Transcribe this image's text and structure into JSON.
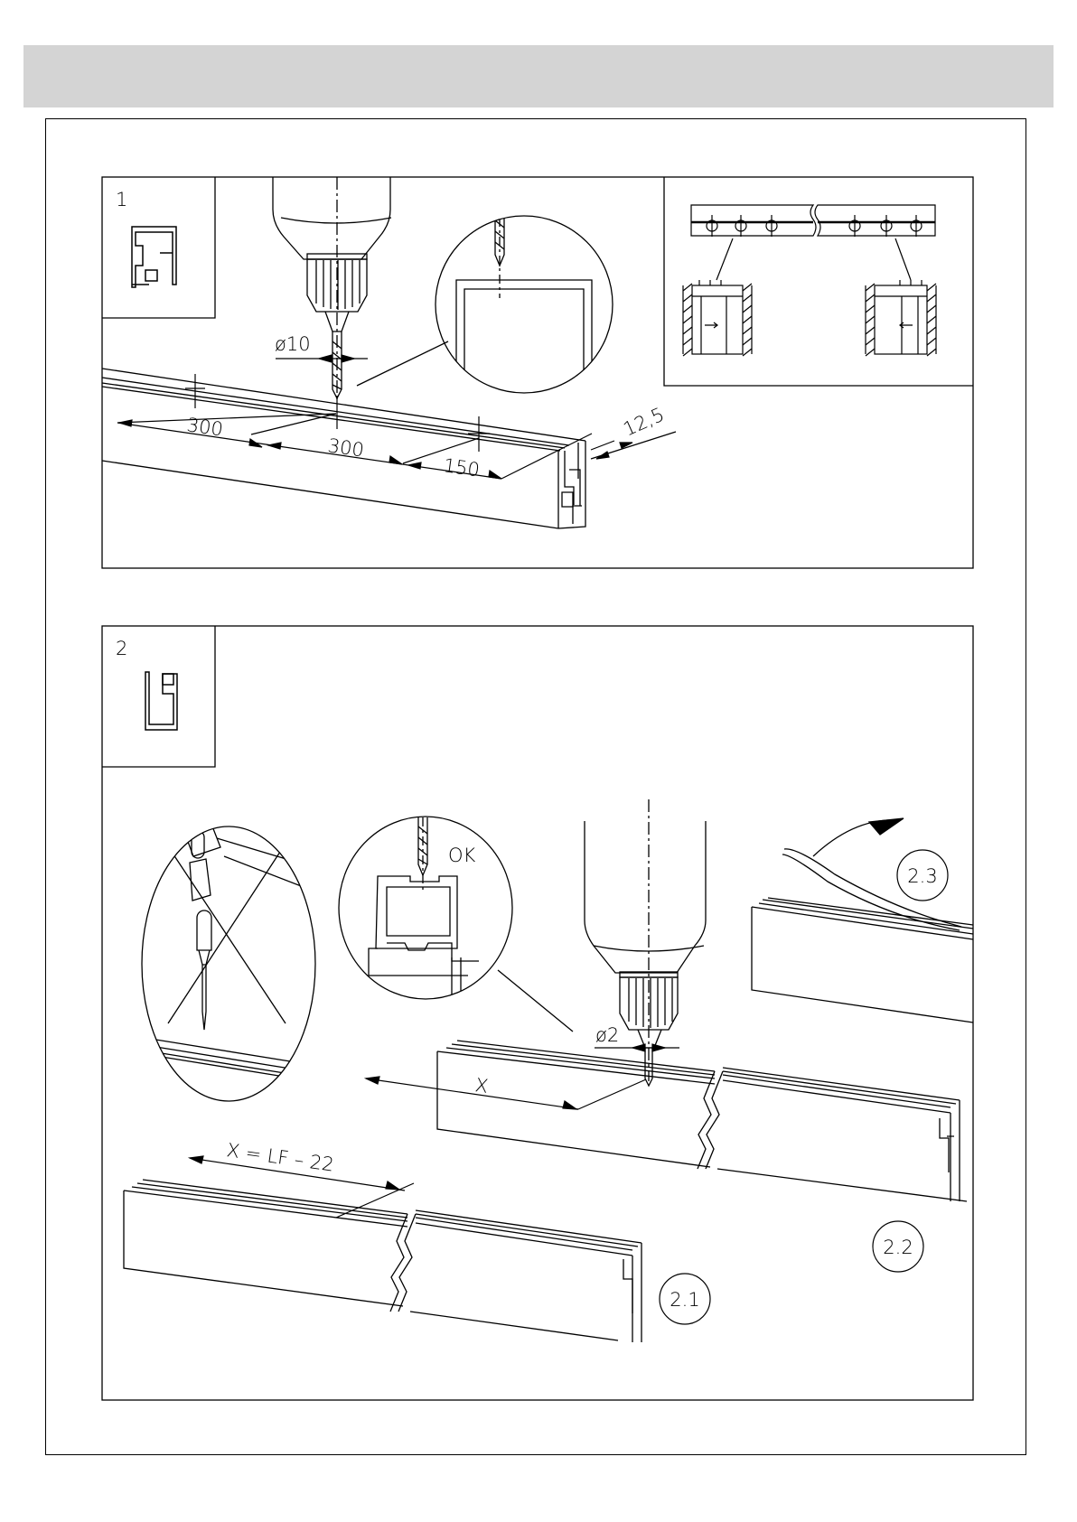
{
  "step1": {
    "number": "1",
    "drill_diameter": "ø10",
    "spacing_1": "300",
    "spacing_2": "300",
    "spacing_3": "150",
    "edge_offset": "12,5"
  },
  "step2": {
    "number": "2",
    "ok_label": "OK",
    "drill_diameter": "ø2",
    "x_label": "X",
    "formula": "X = LF – 22",
    "substep_1": "2.1",
    "substep_2": "2.2",
    "substep_3": "2.3"
  }
}
